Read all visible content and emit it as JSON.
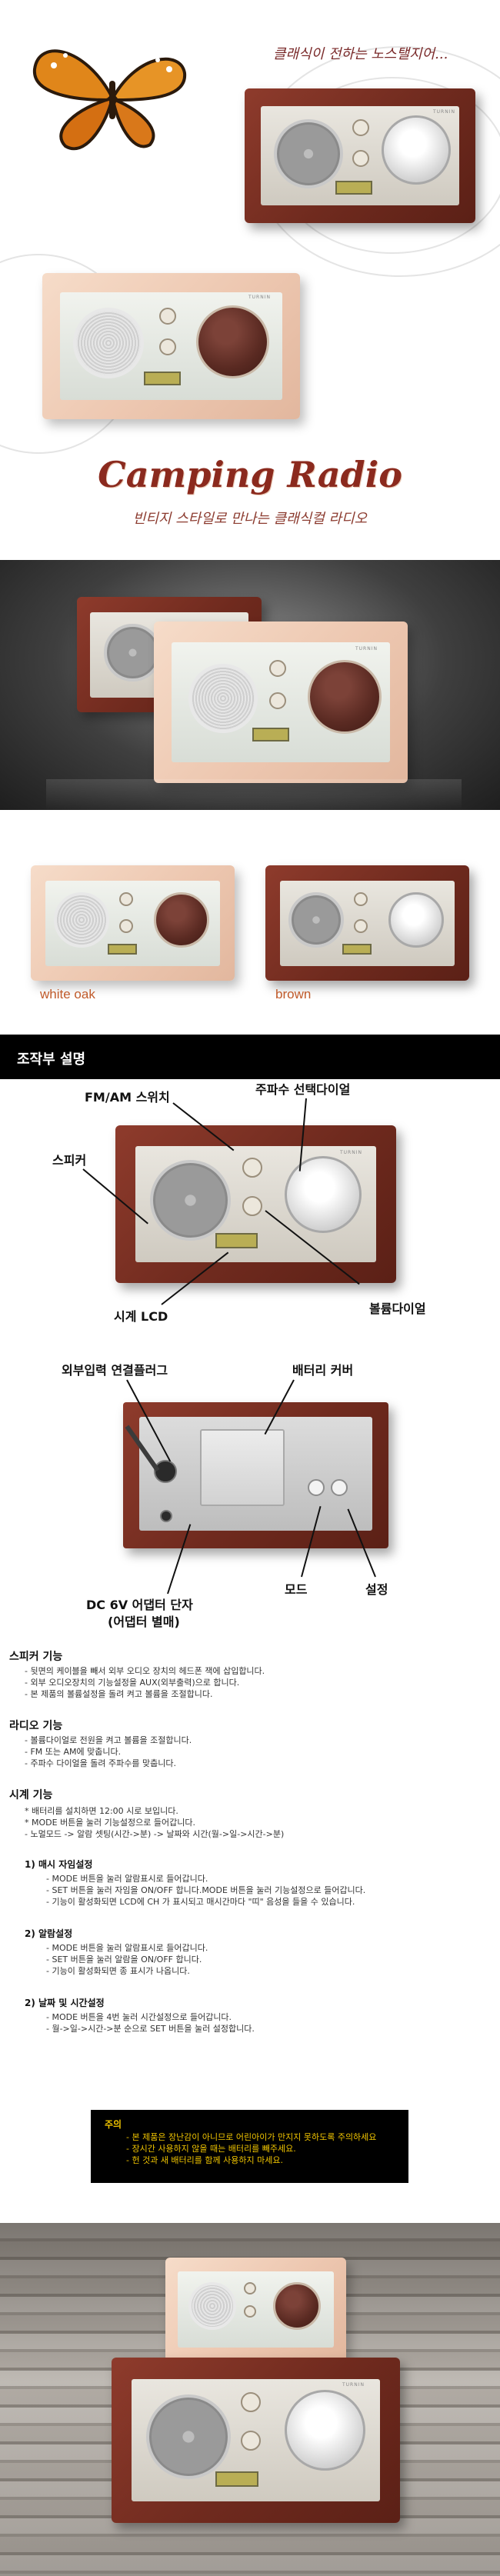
{
  "hero": {
    "tagline": "클래식이 전하는 노스탤지어...",
    "title": "Camping Radio",
    "subtitle": "빈티지 스타일로 만나는 클래식컬 라디오"
  },
  "radio_brand": "TURNIN",
  "variants": {
    "left_label": "white oak",
    "right_label": "brown"
  },
  "controls": {
    "header": "조작부 설명",
    "callouts": {
      "fm_am_switch": "FM/AM 스위치",
      "frequency_dial": "주파수 선택다이얼",
      "speaker": "스피커",
      "clock_lcd": "시계 LCD",
      "volume_dial": "볼륨다이얼",
      "aux_jack": "외부입력 연결플러그",
      "battery_cover": "배터리 커버",
      "dc_jack": "DC 6V 어댑터 단자",
      "dc_jack_note": "(어댑터 별매)",
      "mode": "모드",
      "set": "설정"
    }
  },
  "manual": {
    "speaker": {
      "title": "스피커 기능",
      "lines": [
        "- 뒷면의 케이블을 빼서 외부 오디오 장치의 헤드폰 잭에 삽입합니다.",
        "- 외부 오디오장치의 기능설정을 AUX(외부출력)으로 합니다.",
        "- 본 제품의 볼륨설정을 돌려 켜고 볼륨을 조절합니다."
      ]
    },
    "radio": {
      "title": "라디오 기능",
      "lines": [
        "- 볼륨다이얼로 전원을 켜고 볼륨을 조절합니다.",
        "- FM 또는 AM에 맞춥니다.",
        "- 주파수 다이얼을 돌려 주파수를 맞춥니다."
      ]
    },
    "clock": {
      "title": "시계 기능",
      "lines": [
        "* 배터리를 설치하면 12:00 시로 보입니다.",
        "* MODE 버튼을 눌러 기능설정으로 들어갑니다.",
        "- 노멀모드 -> 알람 셋팅(시간->분) -> 날짜와 시간(월->일->시간->분)"
      ]
    },
    "sleep": {
      "title": "1) 매시 자임설정",
      "lines": [
        "- MODE 버튼을 눌러 알람표시로 들어갑니다.",
        "- SET 버튼을 눌러 자임을 ON/OFF 합니다.MODE 버튼을 눌러 기능설정으로 들어갑니다.",
        "- 기능이 활성화되면 LCD에 CH 가 표시되고 매시간마다 \"띠\" 음성을 들을 수 있습니다."
      ]
    },
    "alarm": {
      "title": "2) 알람설정",
      "lines": [
        "- MODE 버튼을 눌러 알람표시로 들어갑니다.",
        "- SET 버튼을 눌러 알람을 ON/OFF 합니다.",
        "- 기능이 활성화되면 종 표시가 나옵니다."
      ]
    },
    "datetime": {
      "title": "2) 날짜 및 시간설정",
      "lines": [
        "- MODE 버튼을 4번 눌러 시간설정으로 들어갑니다.",
        "- 월->일->시간->분 순으로 SET 버튼을 눌러 설정합니다."
      ]
    },
    "caution": {
      "title": "주의",
      "lines": [
        "- 본 제품은 장난감이 아니므로 어린아이가 만지지 못하도록 주의하세요",
        "- 장시간 사용하지 않을 때는 배터리를 빼주세요.",
        "- 헌 것과 새 배터리를 함께 사용하지 마세요."
      ]
    }
  },
  "icons": {
    "butterfly": "butterfly-icon"
  },
  "colors": {
    "wood_brown": "#7a2f22",
    "wood_oak": "#f0cfbb",
    "caution_text": "#f0c400",
    "title_red": "#8b2a1e"
  }
}
